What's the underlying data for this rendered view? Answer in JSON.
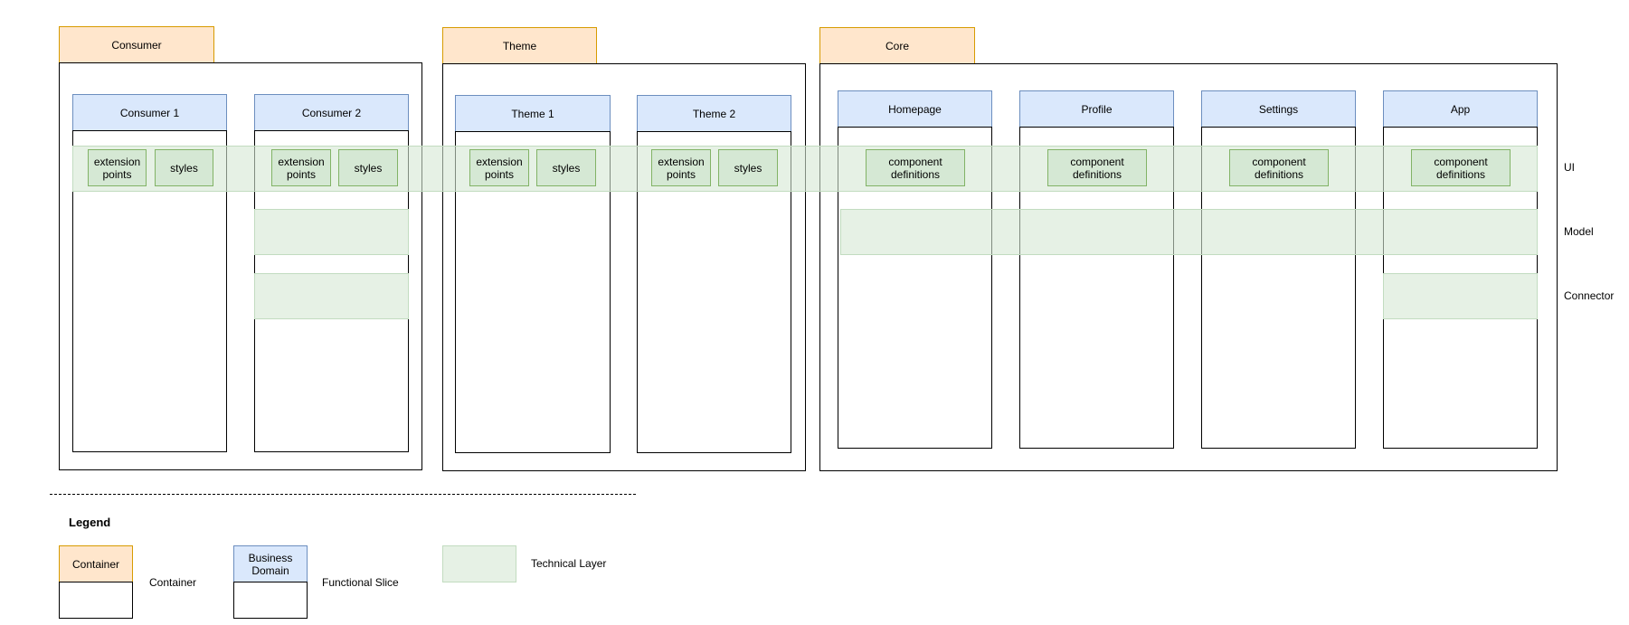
{
  "containers": {
    "consumer": "Consumer",
    "theme": "Theme",
    "core": "Core"
  },
  "domains": {
    "consumer_1": "Consumer 1",
    "consumer_2": "Consumer 2",
    "theme_1": "Theme 1",
    "theme_2": "Theme 2",
    "homepage": "Homepage",
    "profile": "Profile",
    "settings": "Settings",
    "app": "App"
  },
  "chips": {
    "extension_points": "extension points",
    "styles": "styles",
    "component_definitions": "component definitions"
  },
  "layers": {
    "ui": "UI",
    "model": "Model",
    "connector": "Connector"
  },
  "legend": {
    "title": "Legend",
    "container_tab": "Container",
    "container_desc": "Container",
    "domain_tab": "Business Domain",
    "domain_desc": "Functional Slice",
    "layer_desc": "Technical Layer"
  },
  "colors": {
    "container_fill": "#ffe6cc",
    "container_border": "#d79b00",
    "domain_fill": "#dae8fc",
    "domain_border": "#6c8ebf",
    "layer_fill": "#d5e8d4",
    "layer_border": "#82b366"
  }
}
